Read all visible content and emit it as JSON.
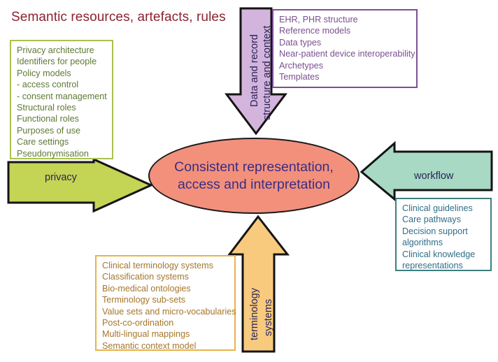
{
  "title": "Semantic resources, artefacts, rules",
  "center": {
    "label": "Consistent representation, access and interpretation",
    "fill": "#F2907C",
    "text_color": "#3B2C82"
  },
  "arrows": {
    "privacy": {
      "label": "privacy",
      "direction": "right",
      "fill": "#C4D455"
    },
    "data_record": {
      "label_line_1": "Data and record",
      "label_line_2": "structure and context",
      "direction": "down",
      "fill": "#D3B4DC"
    },
    "workflow": {
      "label": "workflow",
      "direction": "left",
      "fill": "#A7D9C4"
    },
    "terminology": {
      "label_line_1": "terminology",
      "label_line_2": "systems",
      "direction": "up",
      "fill": "#F8CA7E"
    }
  },
  "boxes": {
    "privacy": {
      "border_color": "#A9C24E",
      "text_color": "#5C7A33",
      "items": [
        "Privacy architecture",
        "Identifiers for people",
        "Policy models",
        " - access control",
        " - consent management",
        "Structural roles",
        "Functional roles",
        "Purposes of use",
        "Care settings",
        "Pseudonymisation"
      ]
    },
    "data_record": {
      "border_color": "#7B4E96",
      "text_color": "#7A5091",
      "items": [
        "EHR, PHR structure",
        "Reference models",
        "Data types",
        "Near-patient device interoperability",
        "Archetypes",
        "Templates"
      ]
    },
    "workflow": {
      "border_color": "#3E7F80",
      "text_color": "#2E6F87",
      "items": [
        "Clinical guidelines",
        "Care pathways",
        "Decision support",
        "algorithms",
        "Clinical knowledge",
        "representations"
      ]
    },
    "terminology": {
      "border_color": "#E8B34A",
      "text_color": "#A5762A",
      "items": [
        "Clinical terminology systems",
        "Classification systems",
        "Bio-medical ontologies",
        "Terminology sub-sets",
        "Value sets and micro-vocabularies",
        "Post-co-ordination",
        "Multi-lingual mappings",
        "Semantic context model"
      ]
    }
  }
}
